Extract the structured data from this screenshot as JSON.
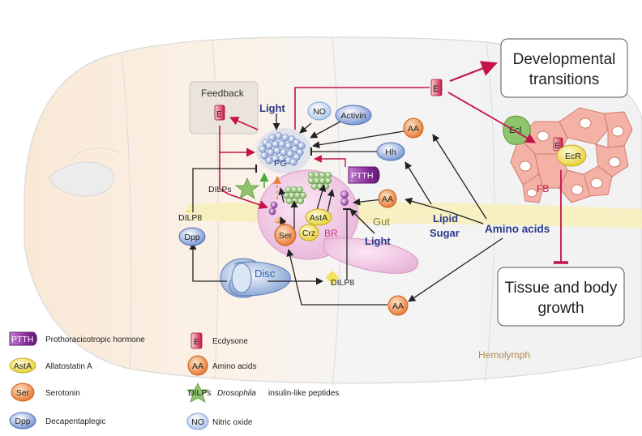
{
  "boxes": {
    "developmental": [
      "Developmental",
      "transitions"
    ],
    "tissue": [
      "Tissue and body",
      "growth"
    ],
    "feedback": "Feedback"
  },
  "labels": {
    "light_top": "Light",
    "light_bottom": "Light",
    "no": "NO",
    "activin": "Activin",
    "aa": "AA",
    "hh": "Hh",
    "pg": "PG",
    "ptth": "PTTH",
    "dilps": "DILPs",
    "dilp8": "DILP8",
    "dpp": "Dpp",
    "ast_a": "AstA",
    "crz": "Crz",
    "br": "BR",
    "ser": "Ser",
    "gut": "Gut",
    "lipid": "Lipid",
    "sugar": "Sugar",
    "amino_acids": "Amino acids",
    "disc": "Disc",
    "e": "E",
    "ecl": "Ecl",
    "ecr": "EcR",
    "fb": "FB",
    "hemolymph": "Hemolymph"
  },
  "legend": [
    {
      "abbr": "PTTH",
      "text": "Prothoracicotropic hormone"
    },
    {
      "abbr": "AstA",
      "text": "Allatostatin A"
    },
    {
      "abbr": "Ser",
      "text": "Serotonin"
    },
    {
      "abbr": "Dpp",
      "text": "Decapentaplegic"
    },
    {
      "abbr": "E",
      "text": "Ecdysone"
    },
    {
      "abbr": "AA",
      "text": "Amino acids"
    },
    {
      "abbr": "DILPs",
      "text": "insulin-like peptides",
      "italic_prefix": "Drosophila"
    },
    {
      "abbr": "NO",
      "text": "Nitric oxide"
    }
  ],
  "colors": {
    "crimson": "#c4124a",
    "dark": "#222222",
    "pg_blue": "#8fa6d8",
    "green": "#8ec46c",
    "orange": "#e8823a",
    "purple": "#8a2f9b",
    "yellow": "#f3e24a",
    "salmon": "#f4b2a6",
    "gut": "#f6efbf",
    "pink": "#eec6e2"
  }
}
